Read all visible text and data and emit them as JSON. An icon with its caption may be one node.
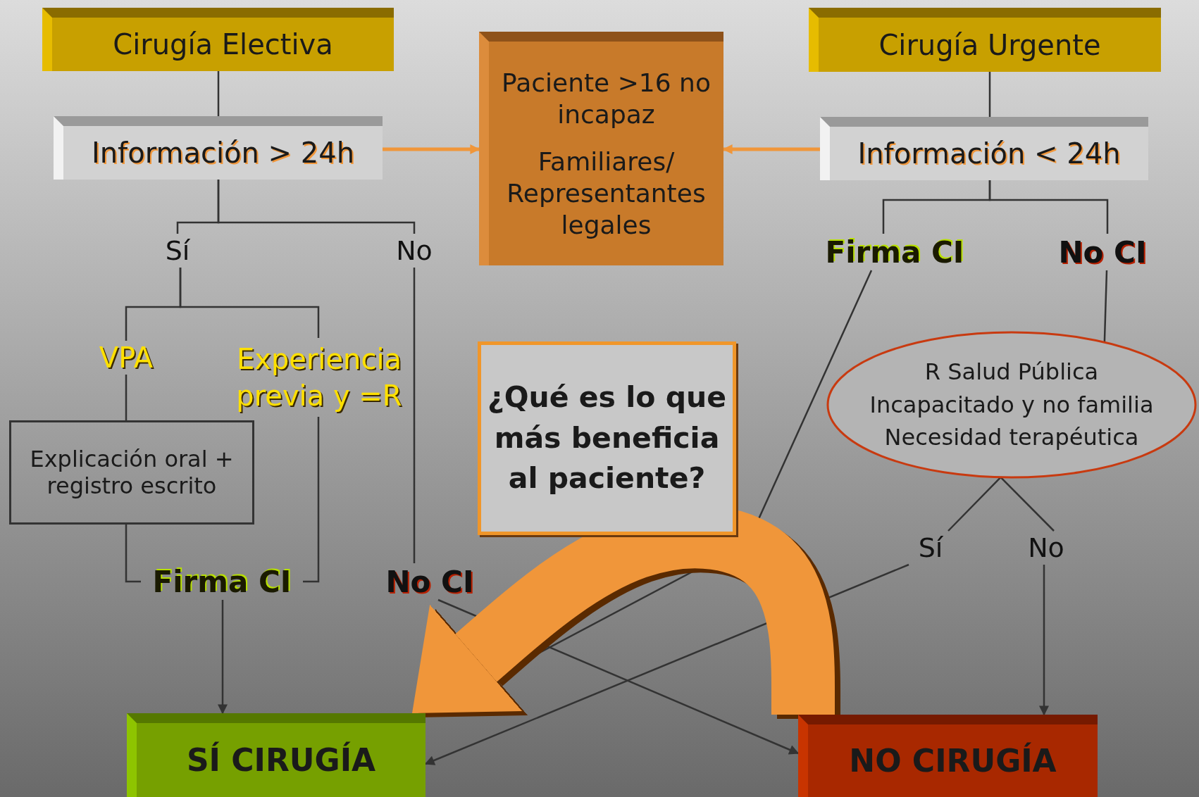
{
  "diagram": {
    "nodes": [
      {
        "text": [
          "Cirugía Electiva"
        ]
      },
      {
        "text": [
          "Información > 24h"
        ]
      },
      {
        "text": [
          "Paciente >16 no incapaz",
          "Familiares/ Representantes legales"
        ]
      },
      {
        "text": [
          "Cirugía Urgente"
        ]
      },
      {
        "text": [
          "Información < 24h"
        ]
      },
      {
        "text": [
          "Sí"
        ]
      },
      {
        "text": [
          "No"
        ]
      },
      {
        "text": [
          "VPA"
        ]
      },
      {
        "text": [
          "Experiencia previa y =R"
        ]
      },
      {
        "text": [
          "Explicación oral + registro escrito"
        ]
      },
      {
        "text": [
          "Firma CI"
        ]
      },
      {
        "text": [
          "No CI"
        ]
      },
      {
        "text": [
          "Firma CI"
        ]
      },
      {
        "text": [
          "No CI"
        ]
      },
      {
        "text": [
          "¿Qué es lo que más beneficia al paciente?"
        ]
      },
      {
        "text": [
          "R Salud Pública",
          "Incapacitado y no familia",
          "Necesidad terapéutica"
        ]
      },
      {
        "text": [
          "Sí"
        ]
      },
      {
        "text": [
          "No"
        ]
      },
      {
        "text": [
          "SÍ CIRUGÍA"
        ]
      },
      {
        "text": [
          "NO CIRUGÍA"
        ]
      }
    ],
    "edges": [
      {
        "from": 0,
        "to": 1,
        "arrow": "none"
      },
      {
        "from": 1,
        "to": 5,
        "arrow": "none"
      },
      {
        "from": 1,
        "to": 6,
        "arrow": "none"
      },
      {
        "from": 1,
        "to": 2,
        "arrow": "to",
        "color": "#f0963a"
      },
      {
        "from": 4,
        "to": 2,
        "arrow": "to",
        "color": "#f0963a"
      },
      {
        "from": 3,
        "to": 4,
        "arrow": "none"
      },
      {
        "from": 4,
        "to": 12,
        "arrow": "none"
      },
      {
        "from": 4,
        "to": 13,
        "arrow": "none"
      },
      {
        "from": 5,
        "to": 7,
        "arrow": "none"
      },
      {
        "from": 5,
        "to": 8,
        "arrow": "none"
      },
      {
        "from": 7,
        "to": 9,
        "arrow": "none"
      },
      {
        "from": 9,
        "to": 10,
        "arrow": "none"
      },
      {
        "from": 8,
        "to": 10,
        "arrow": "none"
      },
      {
        "from": 6,
        "to": 11,
        "arrow": "none"
      },
      {
        "from": 10,
        "to": 18,
        "arrow": "to"
      },
      {
        "from": 12,
        "to": 18,
        "arrow": "to"
      },
      {
        "from": 13,
        "to": 15,
        "arrow": "none"
      },
      {
        "from": 15,
        "to": 16,
        "arrow": "none"
      },
      {
        "from": 15,
        "to": 17,
        "arrow": "none"
      },
      {
        "from": 16,
        "to": 18,
        "arrow": "to"
      },
      {
        "from": 17,
        "to": 19,
        "arrow": "to"
      },
      {
        "from": 11,
        "to": 19,
        "arrow": "to"
      },
      {
        "from": 19,
        "to": 18,
        "arrow": "to",
        "style": "thick",
        "color": "#f0963a"
      }
    ]
  }
}
